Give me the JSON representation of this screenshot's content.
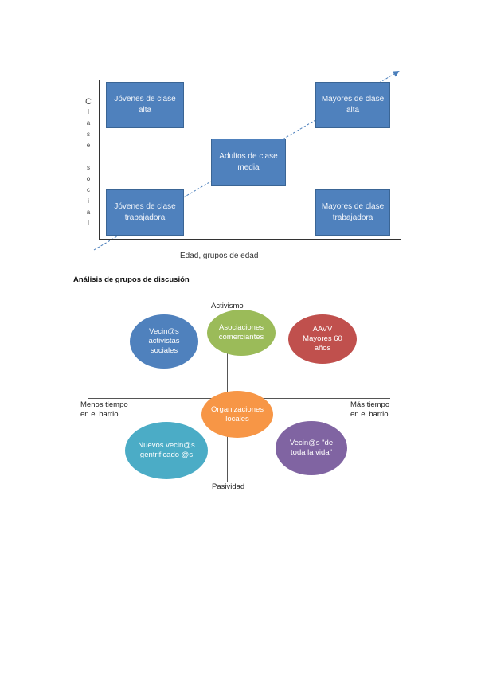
{
  "diagram1": {
    "y_axis_label": "Clase social",
    "x_axis_label": "Edad, grupos de edad",
    "boxes": {
      "jovenes_alta": "Jóvenes de clase alta",
      "mayores_alta": "Mayores de clase alta",
      "adultos_media": "Adultos de clase media",
      "jovenes_trabajadora": "Jóvenes de clase trabajadora",
      "mayores_trabajadora": "Mayores de clase trabajadora"
    }
  },
  "section_title": "Análisis de grupos de discusión",
  "diagram2": {
    "top_label": "Activismo",
    "bottom_label": "Pasividad",
    "left_label_1": "Menos tiempo",
    "left_label_2": "en el barrio",
    "right_label_1": "Más tiempo",
    "right_label_2": "en el barrio",
    "groups": {
      "vecinos_activistas": "Vecin@s activistas sociales",
      "asociaciones": "Asociaciones comerciantes",
      "aavv": "AAVV Mayores 60 años",
      "organizaciones": "Organizaciones locales",
      "nuevos": "Nuevos vecin@s gentrificado @s",
      "toda_vida": "Vecin@s \"de toda la vida\""
    },
    "colors": {
      "blue": "#4f81bd",
      "green": "#9bbb59",
      "red": "#c0504d",
      "orange": "#f79646",
      "teal": "#4bacc6",
      "purple": "#8064a2"
    }
  }
}
